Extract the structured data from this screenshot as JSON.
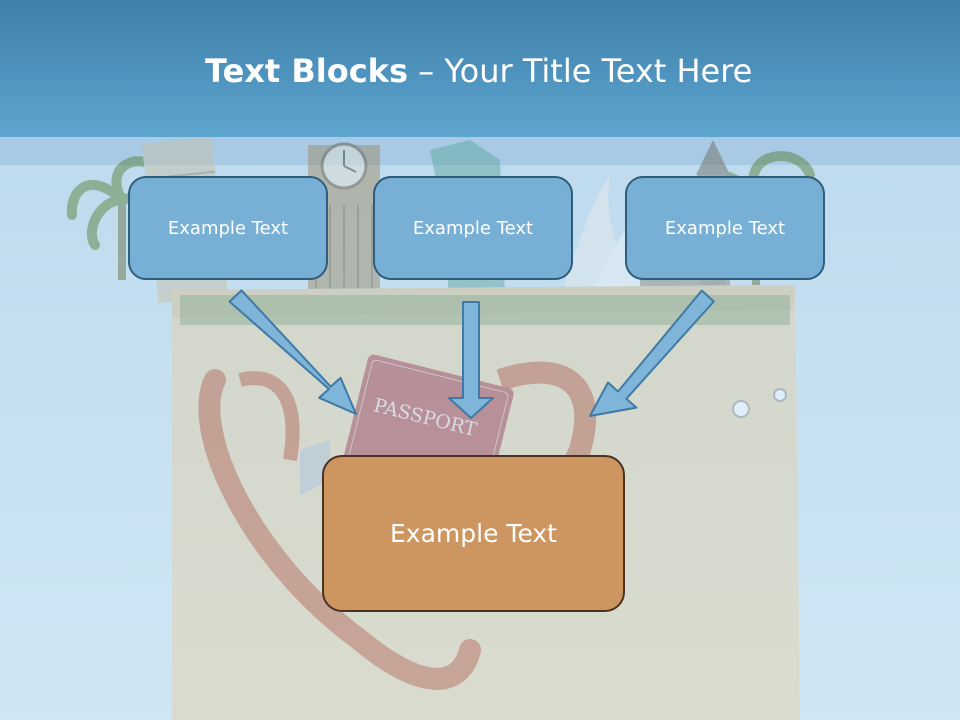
{
  "title": {
    "bold": "Text Blocks",
    "separator": "–",
    "rest": "Your Title Text Here"
  },
  "background": {
    "passport_text": "PASSPORT"
  },
  "boxes": {
    "left": "Example Text",
    "center": "Example Text",
    "right": "Example Text",
    "main": "Example Text"
  },
  "colors": {
    "header": "#4f94be",
    "top_box_fill": "#77b0d4",
    "top_box_border": "#2f5d7e",
    "main_box_fill": "#cd9560",
    "main_box_border": "#4a3420",
    "arrow_fill": "#7eb5d8",
    "arrow_stroke": "#3f7aa6"
  }
}
